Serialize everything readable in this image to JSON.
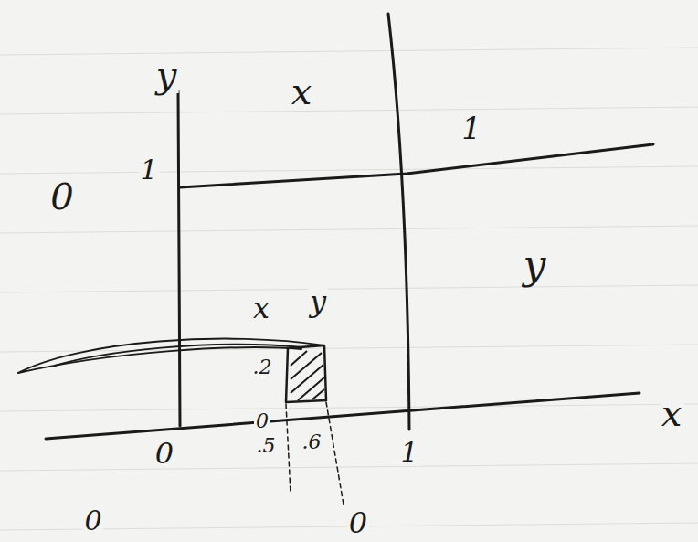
{
  "diagram": {
    "labels": [
      "y",
      "x",
      "1",
      "0",
      "1",
      "y",
      "x",
      "y",
      ".2",
      "x",
      "0",
      "0",
      ".5",
      ".6",
      "1",
      "0",
      "0"
    ]
  }
}
